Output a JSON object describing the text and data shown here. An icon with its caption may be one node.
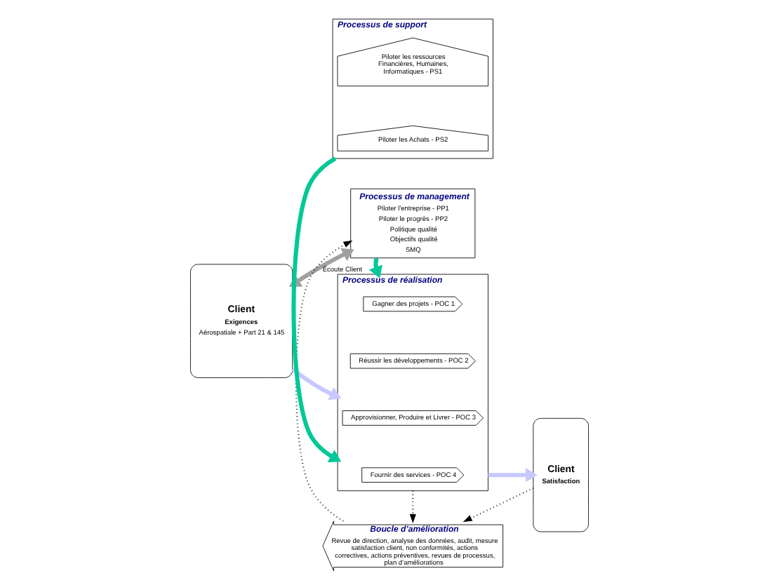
{
  "diagram": {
    "nodes": [
      {
        "text": [
          "Processus de management",
          "Piloter l'entreprise - PP1",
          "Piloter le progrès - PP2",
          "Politique qualité",
          "Objectifs qualité",
          "SMQ"
        ]
      },
      {
        "text": [
          "Client",
          "Exigences",
          "Aérospatiale + Part 21 & 145"
        ]
      },
      {
        "text": [
          "Processus de réalisation"
        ]
      },
      {
        "text": [
          "Gagner des projets - POC 1"
        ],
        "in": 2
      },
      {
        "text": [
          "Réussir les développements - POC 2"
        ],
        "in": 2
      },
      {
        "text": [
          "Approvisionner, Produire et Livrer - POC 3"
        ],
        "in": 2
      },
      {
        "text": [
          "Fournir des services - POC 4"
        ],
        "in": 2
      },
      {
        "text": [
          "Client",
          "Satisfaction"
        ]
      },
      {
        "text": [
          "Processus de support"
        ]
      },
      {
        "text": [
          "Piloter les ressources Financières, Humaines, Informatiques - PS1"
        ],
        "in": 8
      },
      {
        "text": [
          "Piloter les Achats - PS2"
        ],
        "in": 8
      },
      {
        "text": [
          "Boucle d’amélioration",
          "Revue de direction, analyse des données, audit, mesure satisfaction client, non conformités, actions correctives, actions préventives, revues de processus, plan d’améliorations"
        ]
      }
    ],
    "edges": [
      {
        "from": 1,
        "to": 0,
        "arrow": "both",
        "label": "Écoute Client",
        "color": "#a0a0a0"
      },
      {
        "from": 0,
        "to": 2,
        "arrow": "to",
        "color": "#00c896"
      },
      {
        "from": 1,
        "to": 2,
        "arrow": "to",
        "color": "#c8c8ff"
      },
      {
        "from": 2,
        "to": 7,
        "arrow": "to",
        "color": "#c8c8ff"
      },
      {
        "from": 8,
        "to": 2,
        "arrow": "to",
        "color": "#00c896"
      },
      {
        "from": 2,
        "to": 11,
        "arrow": "to",
        "style": "dashed"
      },
      {
        "from": 7,
        "to": 11,
        "arrow": "to",
        "style": "dashed"
      },
      {
        "from": 11,
        "to": 0,
        "arrow": "to",
        "style": "dashed"
      }
    ]
  }
}
